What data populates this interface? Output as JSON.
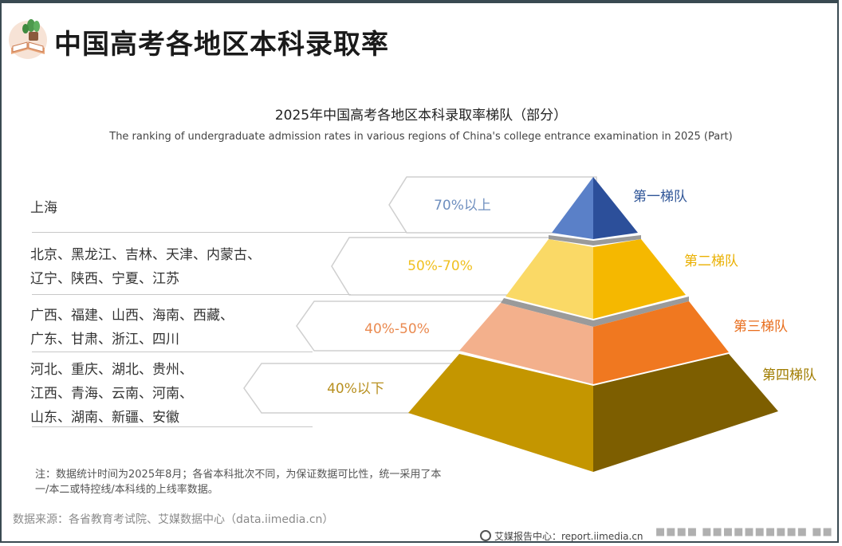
{
  "header": {
    "title": "中国高考各地区本科录取率"
  },
  "chart_data": {
    "type": "pyramid",
    "title": "2025年中国高考各地区本科录取率梯队（部分）",
    "subtitle": "The ranking of undergraduate admission rates in various regions of China's college entrance examination in 2025 (Part)",
    "tiers": [
      {
        "name": "第一梯队",
        "rate": "70%以上",
        "regions_lines": [
          "上海"
        ],
        "color_left": "#5a80c8",
        "color_right": "#2c4f9a",
        "label_color": "#2f5597",
        "rate_color": "#6f8fbf"
      },
      {
        "name": "第二梯队",
        "rate": "50%-70%",
        "regions_lines": [
          "北京、黑龙江、吉林、天津、内蒙古、",
          "辽宁、陕西、宁夏、江苏"
        ],
        "color_left": "#fad966",
        "color_right": "#f5b800",
        "label_color": "#eab000",
        "rate_color": "#f0c020"
      },
      {
        "name": "第三梯队",
        "rate": "40%-50%",
        "regions_lines": [
          "广西、福建、山西、海南、西藏、",
          "广东、甘肃、浙江、四川"
        ],
        "color_left": "#f3b08c",
        "color_right": "#f07820",
        "label_color": "#e86d1c",
        "rate_color": "#ea8a50"
      },
      {
        "name": "第四梯队",
        "rate": "40%以下",
        "regions_lines": [
          "河北、重庆、湖北、贵州、",
          "江西、青海、云南、河南、",
          "山东、湖南、新疆、安徽"
        ],
        "color_left": "#c49600",
        "color_right": "#7d5e00",
        "label_color": "#a07c00",
        "rate_color": "#b89020"
      }
    ]
  },
  "note": {
    "text": "注：数据统计时间为2025年8月；各省本科批次不同，为保证数据可比性，统一采用了本一/本二或特控线/本科线的上线率数据。"
  },
  "source": {
    "text": "数据来源：各省教育考试院、艾媒数据中心（data.iimedia.cn）"
  },
  "brand": {
    "text": "艾媒报告中心：report.iimedia.cn"
  }
}
